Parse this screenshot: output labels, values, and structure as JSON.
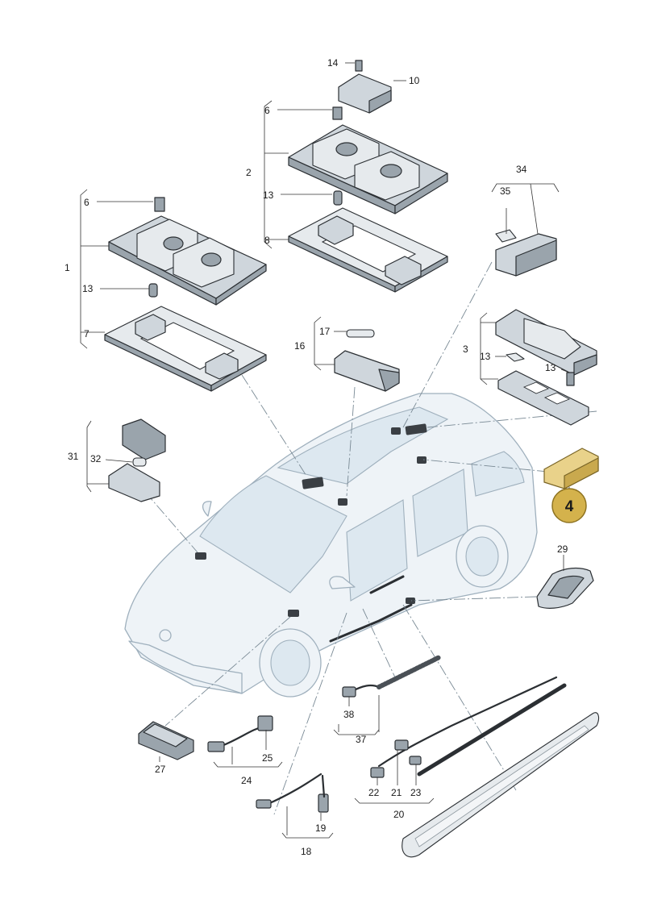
{
  "labels": {
    "l1": "1",
    "l2": "2",
    "l3": "3",
    "l6a": "6",
    "l6b": "6",
    "l7": "7",
    "l8": "8",
    "l10": "10",
    "l13a": "13",
    "l13b": "13",
    "l13c": "13",
    "l13d": "13",
    "l14": "14",
    "l16": "16",
    "l17": "17",
    "l18": "18",
    "l19": "19",
    "l20": "20",
    "l21": "21",
    "l22": "22",
    "l23": "23",
    "l24": "24",
    "l25": "25",
    "l27": "27",
    "l29": "29",
    "l31": "31",
    "l32": "32",
    "l34": "34",
    "l35": "35",
    "l37": "37",
    "l38": "38"
  },
  "highlight": {
    "number": "4",
    "color": "#d4b24c",
    "border": "#8f7422"
  }
}
